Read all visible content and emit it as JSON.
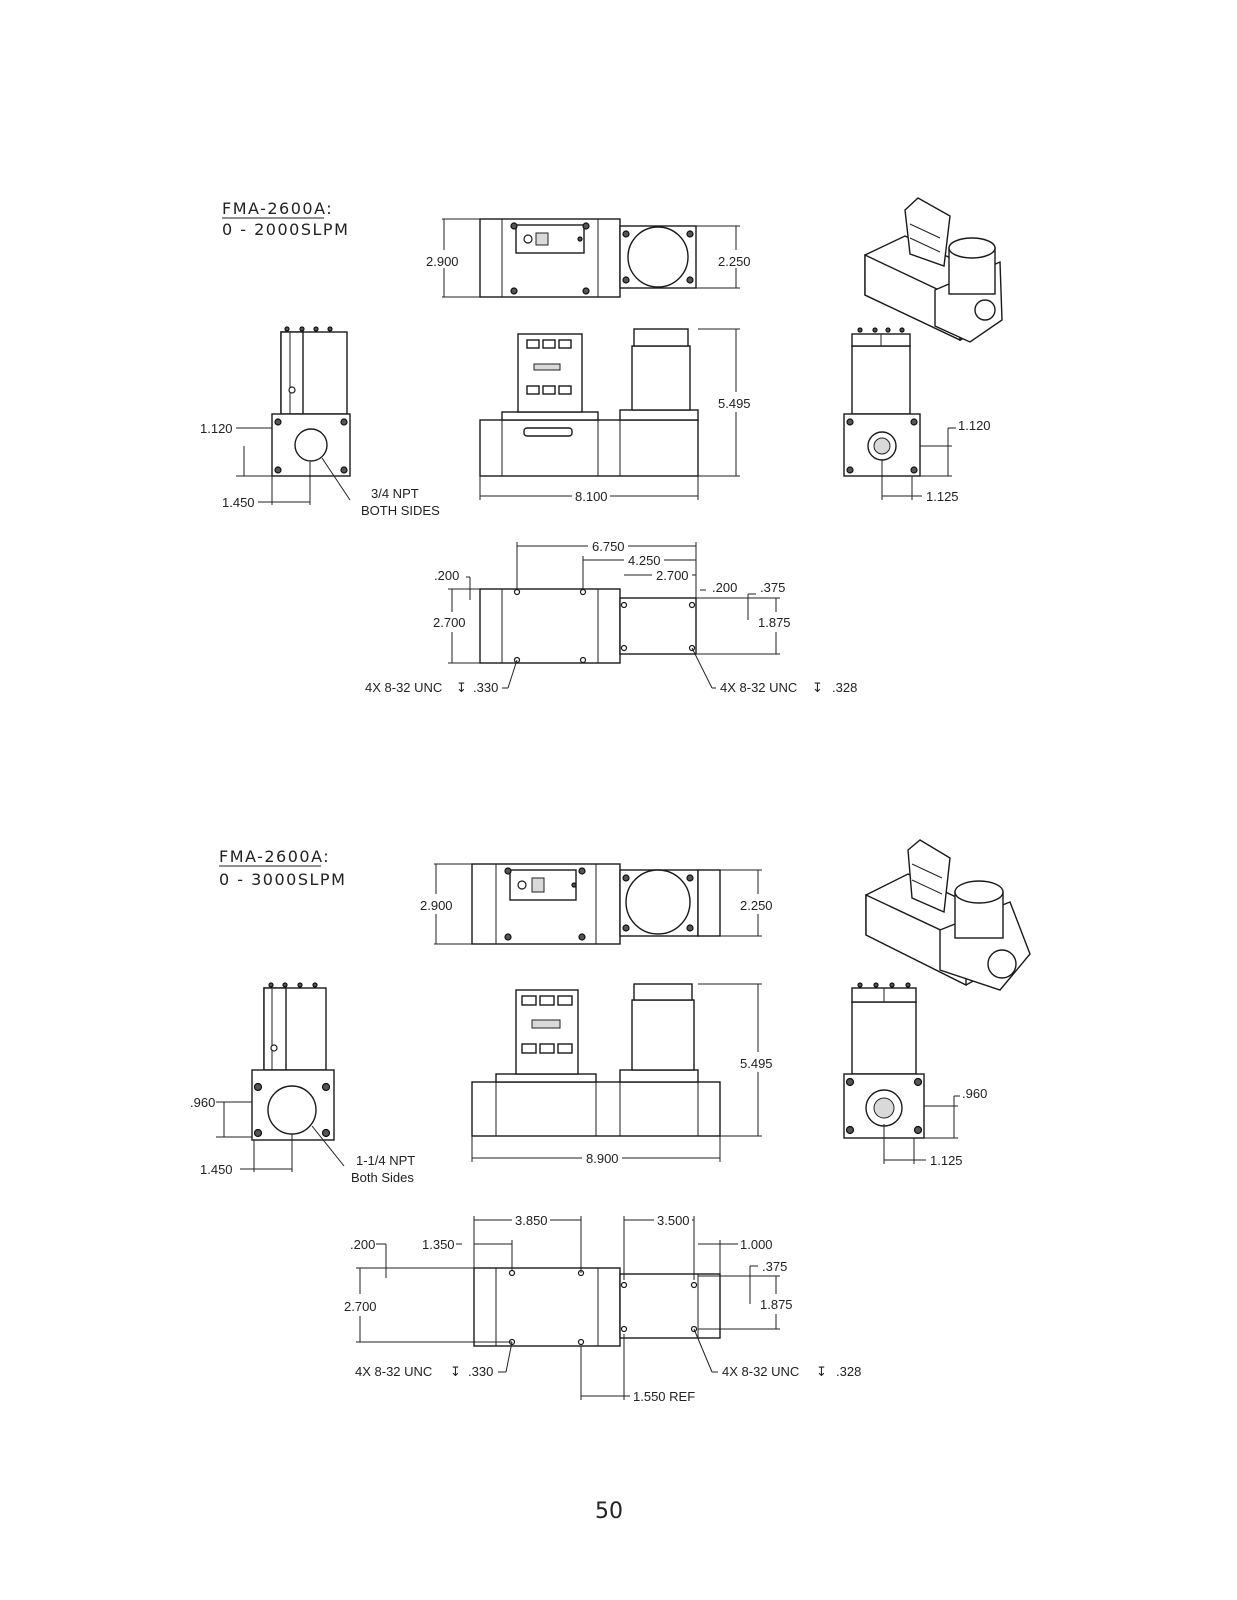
{
  "page_number": "50",
  "sections": [
    {
      "model": "FMA-2600A:",
      "range": "0 - 2000SLPM",
      "top_view": {
        "height": "2.900",
        "right_height": "2.250"
      },
      "side_view": {
        "port_height": "1.120",
        "port_offset": "1.450",
        "port_note_1": "3/4 NPT",
        "port_note_2": "BOTH SIDES"
      },
      "front_view": {
        "overall_height": "5.495",
        "overall_length": "8.100"
      },
      "end_view": {
        "port_height": "1.120",
        "port_offset": "1.125"
      },
      "bottom_view": {
        "d1": "6.750",
        "d2": "4.250",
        "d3": "2.700",
        "d4": ".200",
        "d5": ".200",
        "d6": ".375",
        "d7": "2.700",
        "d8": "1.875",
        "holes_left": "4X 8-32 UNC",
        "depth_left": ".330",
        "holes_right": "4X 8-32 UNC",
        "depth_right": ".328"
      }
    },
    {
      "model": "FMA-2600A:",
      "range": "0 - 3000SLPM",
      "top_view": {
        "height": "2.900",
        "right_height": "2.250"
      },
      "side_view": {
        "port_height": ".960",
        "port_offset": "1.450",
        "port_note_1": "1-1/4 NPT",
        "port_note_2": "Both Sides"
      },
      "front_view": {
        "overall_height": "5.495",
        "overall_length": "8.900"
      },
      "end_view": {
        "port_height": ".960",
        "port_offset": "1.125"
      },
      "bottom_view": {
        "d1": "3.850",
        "d2": "3.500",
        "d3": ".200",
        "d4": "1.350",
        "d5": "1.000",
        "d6": ".375",
        "d7": "2.700",
        "d8": "1.875",
        "holes_left": "4X 8-32 UNC",
        "depth_left": ".330",
        "holes_right": "4X 8-32 UNC",
        "depth_right": ".328",
        "ref": "1.550 REF"
      }
    }
  ],
  "glyphs": {
    "depth_symbol": "↧"
  }
}
